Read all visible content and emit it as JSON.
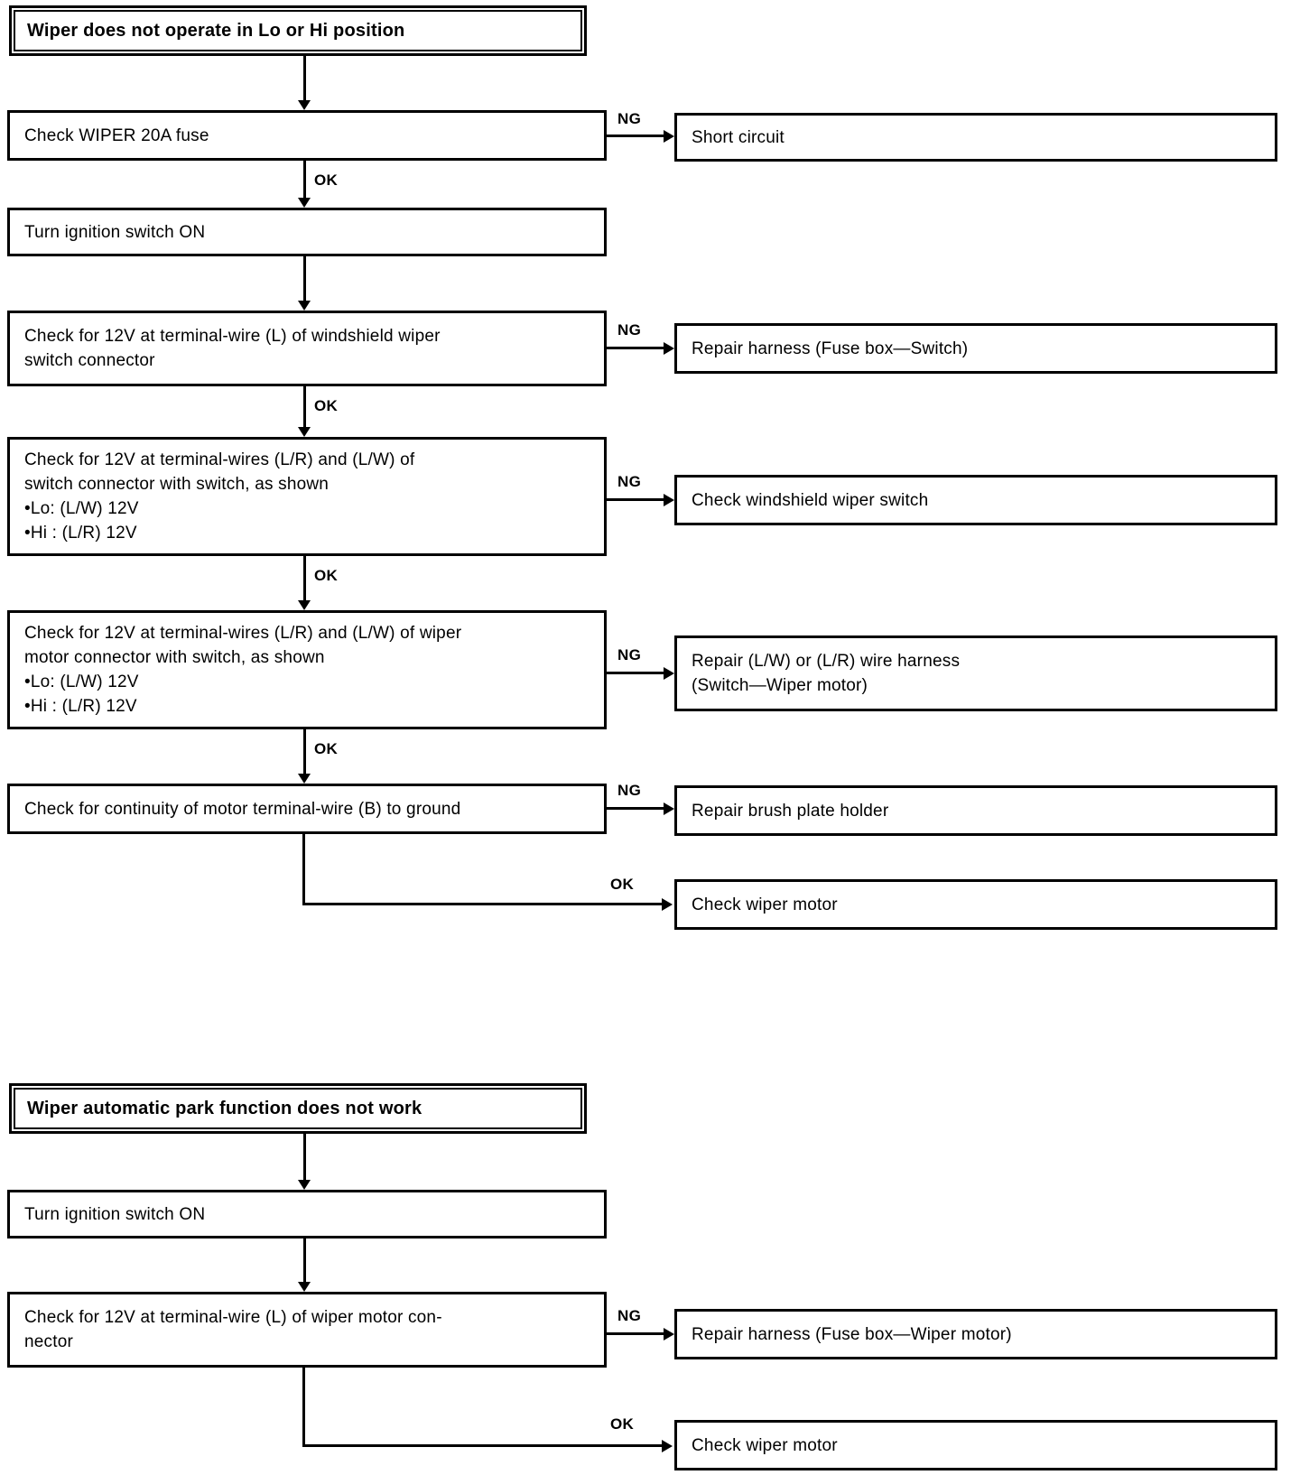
{
  "colors": {
    "background": "#ffffff",
    "ink": "#000000"
  },
  "connector_labels": {
    "ng": "NG",
    "ok": "OK"
  },
  "flow1": {
    "title": "Wiper does not operate in Lo or Hi position",
    "steps": [
      {
        "lines": [
          "Check WIPER 20A fuse"
        ]
      },
      {
        "lines": [
          "Turn ignition switch ON"
        ]
      },
      {
        "lines": [
          "Check for 12V at terminal-wire (L) of windshield wiper",
          "switch connector"
        ]
      },
      {
        "lines": [
          "Check for 12V at terminal-wires (L/R) and (L/W) of",
          "switch connector with switch, as shown",
          "•Lo: (L/W) 12V",
          "•Hi : (L/R) 12V"
        ]
      },
      {
        "lines": [
          "Check for 12V at terminal-wires (L/R) and (L/W) of wiper",
          "motor connector with switch, as shown",
          "•Lo: (L/W) 12V",
          "•Hi : (L/R) 12V"
        ]
      },
      {
        "lines": [
          "Check for continuity of motor terminal-wire (B) to ground"
        ]
      }
    ],
    "results": [
      {
        "lines": [
          "Short circuit"
        ]
      },
      {
        "lines": [
          "Repair harness (Fuse box—Switch)"
        ]
      },
      {
        "lines": [
          "Check windshield wiper switch"
        ]
      },
      {
        "lines": [
          "Repair (L/W) or (L/R) wire harness",
          "(Switch—Wiper motor)"
        ]
      },
      {
        "lines": [
          "Repair brush plate holder"
        ]
      },
      {
        "lines": [
          "Check wiper motor"
        ]
      }
    ]
  },
  "flow2": {
    "title": "Wiper automatic park function does not work",
    "steps": [
      {
        "lines": [
          "Turn ignition switch ON"
        ]
      },
      {
        "lines": [
          "Check for 12V at terminal-wire (L) of wiper motor con-",
          "nector"
        ]
      }
    ],
    "results": [
      {
        "lines": [
          "Repair harness (Fuse box—Wiper motor)"
        ]
      },
      {
        "lines": [
          "Check wiper motor"
        ]
      }
    ]
  }
}
